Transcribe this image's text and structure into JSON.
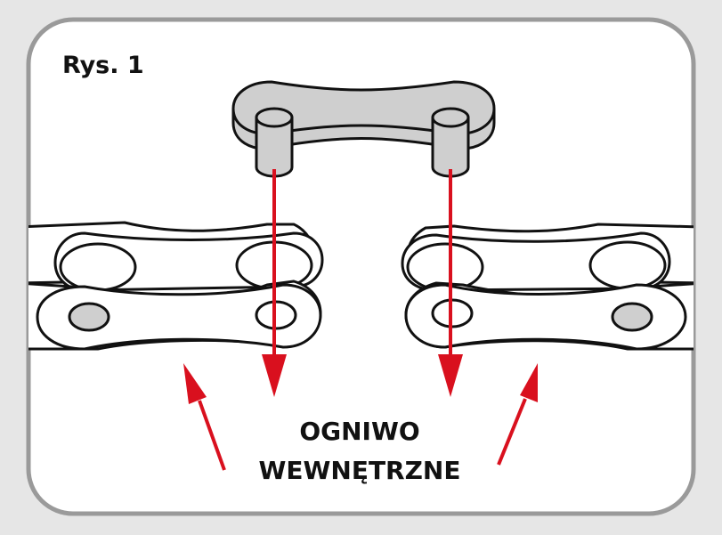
{
  "figure": {
    "label": "Rys. 1",
    "caption_line1": "OGNIWO",
    "caption_line2": "WEWNĘTRZNE"
  },
  "colors": {
    "background": "#e6e6e6",
    "panel": "#ffffff",
    "panel_border": "#9a9a9a",
    "link_fill": "#ffffff",
    "pin_fill": "#cfcfcf",
    "outline": "#111111",
    "arrow": "#d9101e"
  },
  "icons": {
    "connecting_link": "chain-connecting-link-icon",
    "chain_left": "chain-left-icon",
    "chain_right": "chain-right-icon"
  }
}
